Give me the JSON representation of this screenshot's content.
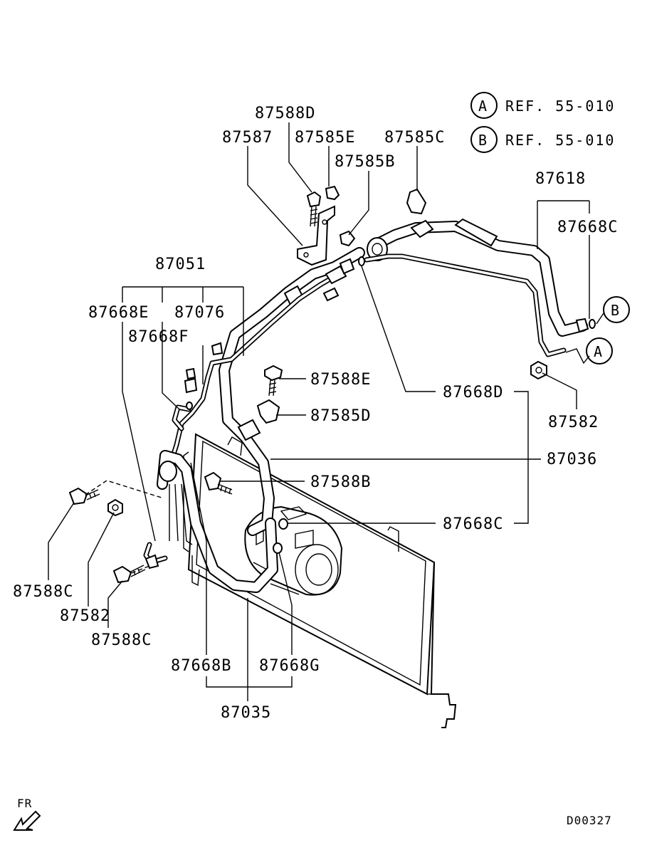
{
  "labels": {
    "p87588D": "87588D",
    "p87587": "87587",
    "p87585E": "87585E",
    "p87585B": "87585B",
    "p87585C": "87585C",
    "p87618": "87618",
    "p87668C_top": "87668C",
    "p87051": "87051",
    "p87668E": "87668E",
    "p87076": "87076",
    "p87668F": "87668F",
    "p87588E": "87588E",
    "p87585D": "87585D",
    "p87668D": "87668D",
    "p87582_right": "87582",
    "p87036": "87036",
    "p87588B": "87588B",
    "p87668C_mid": "87668C",
    "p87588C_left": "87588C",
    "p87582_left": "87582",
    "p87588C_bottom": "87588C",
    "p87668B": "87668B",
    "p87668G": "87668G",
    "p87035": "87035"
  },
  "refs": {
    "a": {
      "letter": "A",
      "text": "REF. 55-010"
    },
    "b": {
      "letter": "B",
      "text": "REF. 55-010"
    }
  },
  "callouts": {
    "a": "A",
    "b": "B"
  },
  "footer": {
    "direction": "FR",
    "code": "D00327"
  }
}
